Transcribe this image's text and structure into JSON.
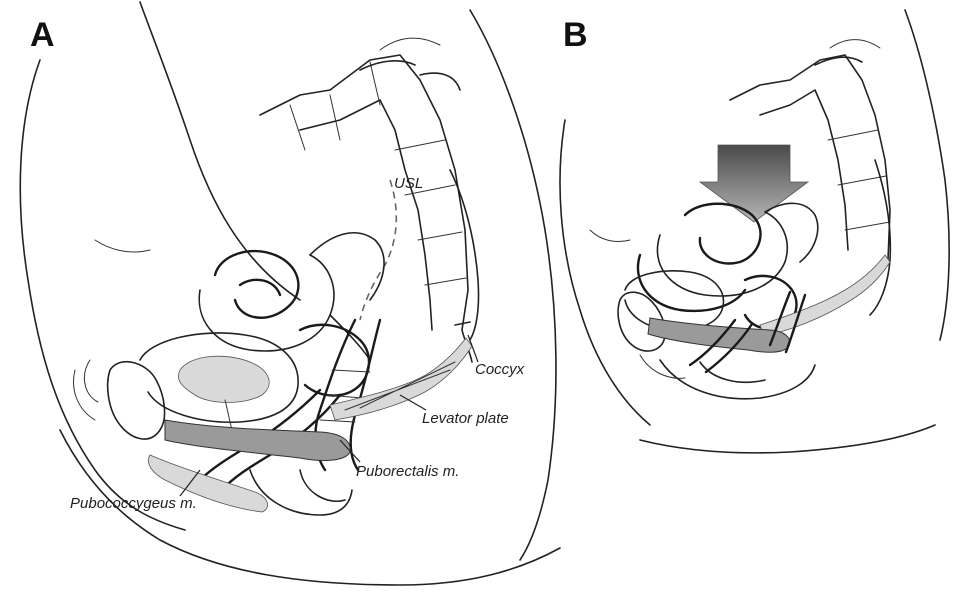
{
  "panels": [
    {
      "letter": "A"
    },
    {
      "letter": "B"
    }
  ],
  "labels": {
    "usl": "USL",
    "coccyx": "Coccyx",
    "levator_plate": "Levator plate",
    "puborectalis": "Puborectalis m.",
    "pubococcygeus": "Pubococcygeus m."
  },
  "arrow": {
    "color_top": "#4a4a4a",
    "color_bottom": "#b5b5b5",
    "direction": "down"
  },
  "colors": {
    "ink": "#222222",
    "background": "#ffffff"
  }
}
